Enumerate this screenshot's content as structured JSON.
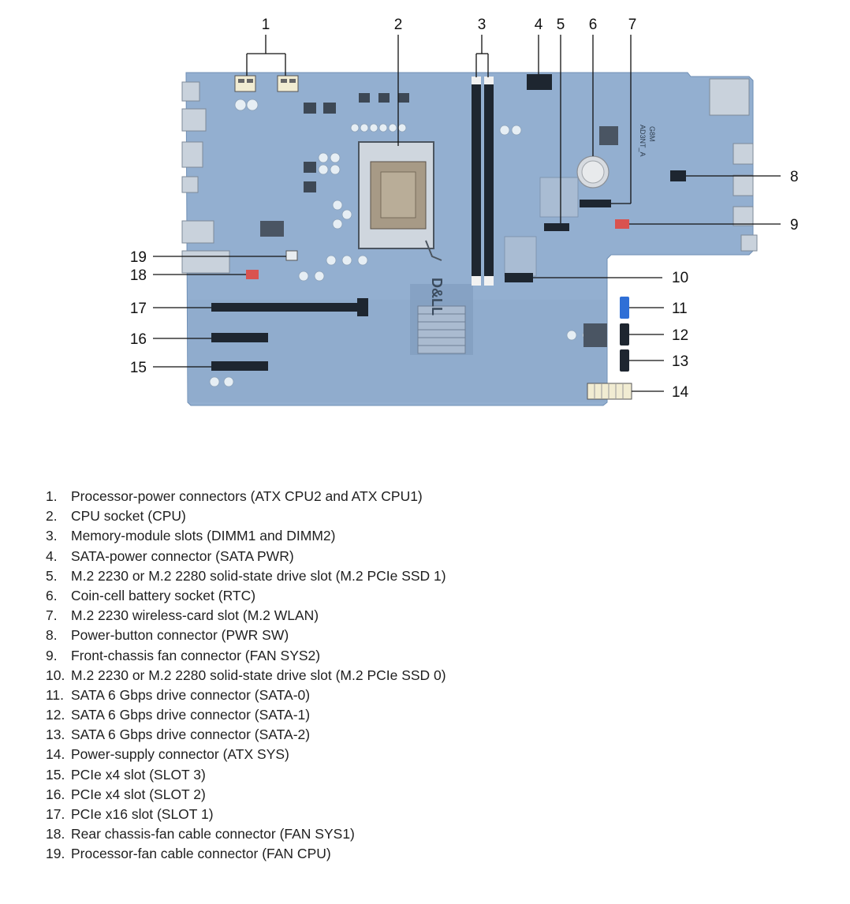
{
  "brand": "D&LL",
  "board_marks": [
    "G8M",
    "AD3NT_A"
  ],
  "callouts": [
    {
      "n": "1"
    },
    {
      "n": "2"
    },
    {
      "n": "3"
    },
    {
      "n": "4"
    },
    {
      "n": "5"
    },
    {
      "n": "6"
    },
    {
      "n": "7"
    },
    {
      "n": "8"
    },
    {
      "n": "9"
    },
    {
      "n": "10"
    },
    {
      "n": "11"
    },
    {
      "n": "12"
    },
    {
      "n": "13"
    },
    {
      "n": "14"
    },
    {
      "n": "15"
    },
    {
      "n": "16"
    },
    {
      "n": "17"
    },
    {
      "n": "18"
    },
    {
      "n": "19"
    }
  ],
  "colors": {
    "board": "#93afd0",
    "board_dark": "#6f8fb5",
    "slot_dark": "#1e2630",
    "dimm_white": "#f2f2f2",
    "sata_blue": "#2f6fd6",
    "fan_red": "#d9534f",
    "power_yellow": "#f1ecd2"
  },
  "legend": [
    {
      "num": "1.",
      "text": "Processor-power connectors (ATX CPU2 and ATX CPU1)"
    },
    {
      "num": "2.",
      "text": "CPU socket (CPU)"
    },
    {
      "num": "3.",
      "text": "Memory-module slots (DIMM1 and DIMM2)"
    },
    {
      "num": "4.",
      "text": "SATA-power connector (SATA PWR)"
    },
    {
      "num": "5.",
      "text": "M.2 2230 or M.2 2280 solid-state drive slot (M.2 PCIe SSD 1)"
    },
    {
      "num": "6.",
      "text": "Coin-cell battery socket (RTC)"
    },
    {
      "num": "7.",
      "text": "M.2 2230 wireless-card slot (M.2 WLAN)"
    },
    {
      "num": "8.",
      "text": "Power-button connector (PWR SW)"
    },
    {
      "num": "9.",
      "text": "Front-chassis fan connector (FAN SYS2)"
    },
    {
      "num": "10.",
      "text": "M.2 2230 or M.2 2280 solid-state drive slot (M.2 PCIe SSD 0)"
    },
    {
      "num": "11.",
      "text": "SATA 6 Gbps drive connector (SATA-0)"
    },
    {
      "num": "12.",
      "text": "SATA 6 Gbps drive connector (SATA-1)"
    },
    {
      "num": "13.",
      "text": "SATA 6 Gbps drive connector (SATA-2)"
    },
    {
      "num": "14.",
      "text": "Power-supply connector (ATX SYS)"
    },
    {
      "num": "15.",
      "text": "PCIe x4 slot (SLOT 3)"
    },
    {
      "num": "16.",
      "text": "PCIe x4 slot (SLOT 2)"
    },
    {
      "num": "17.",
      "text": "PCIe x16 slot (SLOT 1)"
    },
    {
      "num": "18.",
      "text": "Rear chassis-fan cable connector (FAN SYS1)"
    },
    {
      "num": "19.",
      "text": "Processor-fan cable connector (FAN CPU)"
    }
  ]
}
